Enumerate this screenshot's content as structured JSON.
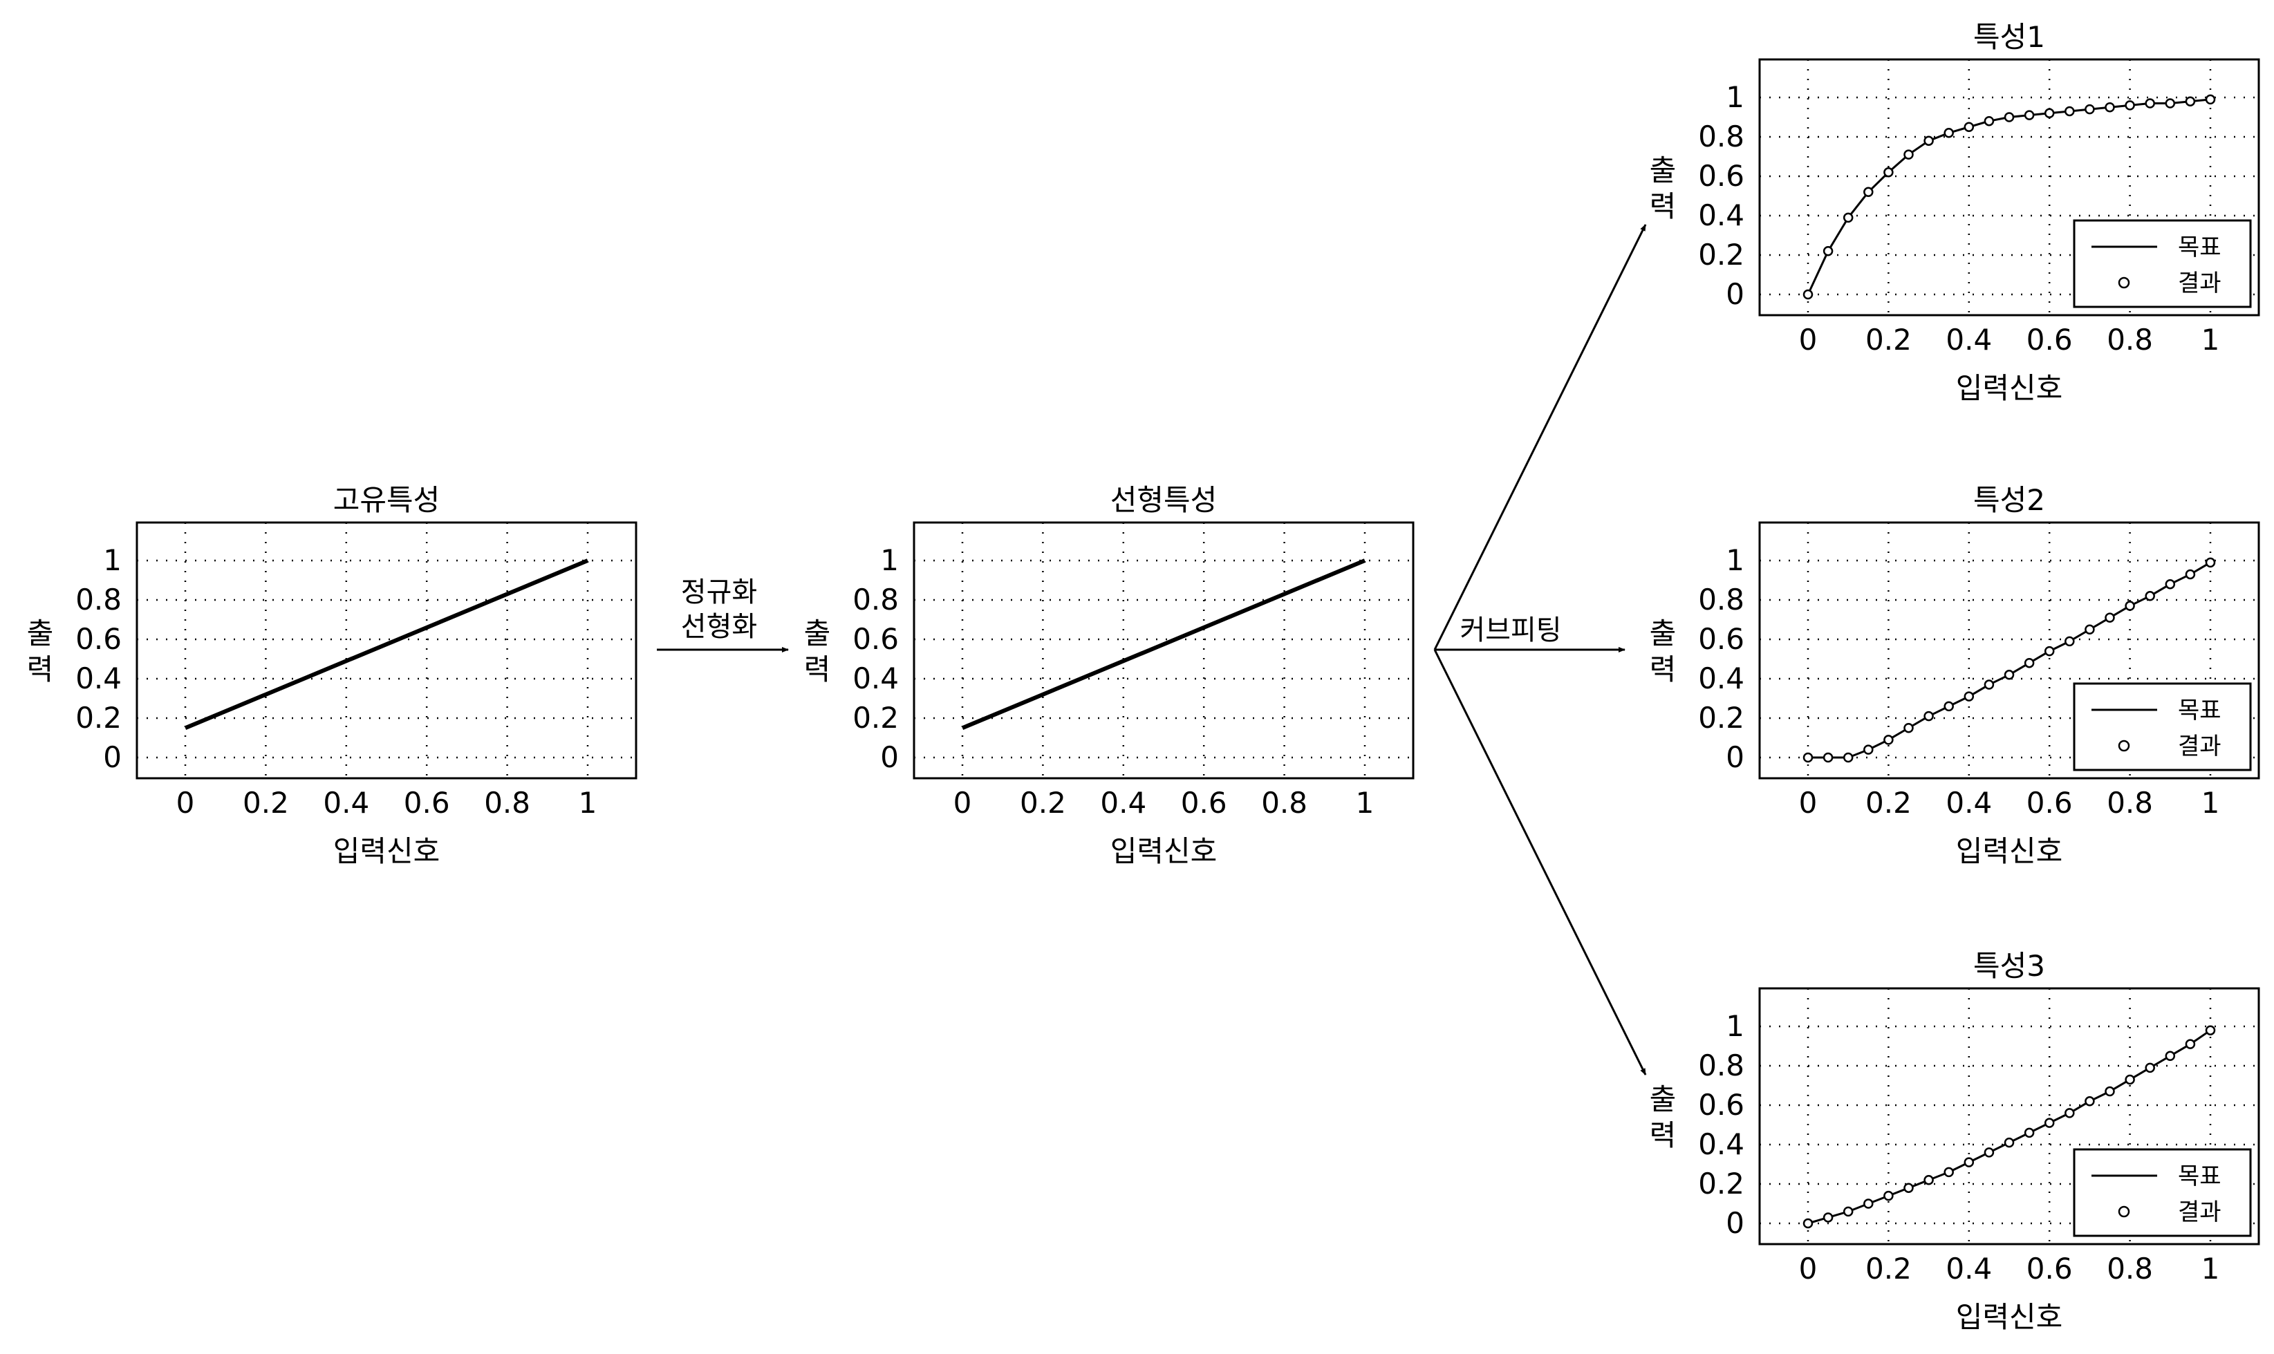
{
  "arrows": {
    "normalize_label_line1": "정규화",
    "normalize_label_line2": "선형화",
    "curve_fit_label": "커브피팅"
  },
  "chart_data": [
    {
      "type": "line",
      "title": "고유특성",
      "xlabel": "입력신호",
      "ylabel": "출력",
      "xlim": [
        0,
        1
      ],
      "ylim": [
        0,
        1
      ],
      "xticks": [
        "0",
        "0.2",
        "0.4",
        "0.6",
        "0.8",
        "1"
      ],
      "yticks": [
        "0",
        "0.2",
        "0.4",
        "0.6",
        "0.8",
        "1"
      ],
      "grid": true,
      "series": [
        {
          "style": "line",
          "x": [
            0,
            1
          ],
          "y": [
            0.15,
            1
          ]
        }
      ]
    },
    {
      "type": "line",
      "title": "선형특성",
      "xlabel": "입력신호",
      "ylabel": "출력",
      "xlim": [
        0,
        1
      ],
      "ylim": [
        0,
        1
      ],
      "xticks": [
        "0",
        "0.2",
        "0.4",
        "0.6",
        "0.8",
        "1"
      ],
      "yticks": [
        "0",
        "0.2",
        "0.4",
        "0.6",
        "0.8",
        "1"
      ],
      "grid": true,
      "series": [
        {
          "style": "line",
          "x": [
            0,
            1
          ],
          "y": [
            0.15,
            1
          ]
        }
      ]
    },
    {
      "type": "line",
      "title": "특성1",
      "xlabel": "입력신호",
      "ylabel": "출력",
      "xlim": [
        0,
        1
      ],
      "ylim": [
        0,
        1
      ],
      "xticks": [
        "0",
        "0.2",
        "0.4",
        "0.6",
        "0.8",
        "1"
      ],
      "yticks": [
        "0",
        "0.2",
        "0.4",
        "0.6",
        "0.8",
        "1"
      ],
      "grid": true,
      "legend_position": "lower-right",
      "series": [
        {
          "name": "목표",
          "style": "line",
          "x": [
            0,
            0.05,
            0.1,
            0.15,
            0.2,
            0.25,
            0.3,
            0.35,
            0.4,
            0.45,
            0.5,
            0.55,
            0.6,
            0.65,
            0.7,
            0.75,
            0.8,
            0.85,
            0.9,
            0.95,
            1
          ],
          "y": [
            0,
            0.22,
            0.39,
            0.52,
            0.62,
            0.71,
            0.78,
            0.82,
            0.85,
            0.88,
            0.9,
            0.91,
            0.92,
            0.93,
            0.94,
            0.95,
            0.96,
            0.97,
            0.97,
            0.98,
            0.99
          ]
        },
        {
          "name": "결과",
          "style": "markers",
          "x": [
            0,
            0.05,
            0.1,
            0.15,
            0.2,
            0.25,
            0.3,
            0.35,
            0.4,
            0.45,
            0.5,
            0.55,
            0.6,
            0.65,
            0.7,
            0.75,
            0.8,
            0.85,
            0.9,
            0.95,
            1
          ],
          "y": [
            0,
            0.22,
            0.39,
            0.52,
            0.62,
            0.71,
            0.78,
            0.82,
            0.85,
            0.88,
            0.9,
            0.91,
            0.92,
            0.93,
            0.94,
            0.95,
            0.96,
            0.97,
            0.97,
            0.98,
            0.99
          ]
        }
      ]
    },
    {
      "type": "line",
      "title": "특성2",
      "xlabel": "입력신호",
      "ylabel": "출력",
      "xlim": [
        0,
        1
      ],
      "ylim": [
        0,
        1
      ],
      "xticks": [
        "0",
        "0.2",
        "0.4",
        "0.6",
        "0.8",
        "1"
      ],
      "yticks": [
        "0",
        "0.2",
        "0.4",
        "0.6",
        "0.8",
        "1"
      ],
      "grid": true,
      "legend_position": "lower-right",
      "series": [
        {
          "name": "목표",
          "style": "line",
          "x": [
            0,
            0.05,
            0.1,
            0.15,
            0.2,
            0.25,
            0.3,
            0.35,
            0.4,
            0.45,
            0.5,
            0.55,
            0.6,
            0.65,
            0.7,
            0.75,
            0.8,
            0.85,
            0.9,
            0.95,
            1
          ],
          "y": [
            0,
            0,
            0,
            0.04,
            0.09,
            0.15,
            0.21,
            0.26,
            0.31,
            0.37,
            0.42,
            0.48,
            0.54,
            0.59,
            0.65,
            0.71,
            0.77,
            0.82,
            0.88,
            0.93,
            0.99
          ]
        },
        {
          "name": "결과",
          "style": "markers",
          "x": [
            0,
            0.05,
            0.1,
            0.15,
            0.2,
            0.25,
            0.3,
            0.35,
            0.4,
            0.45,
            0.5,
            0.55,
            0.6,
            0.65,
            0.7,
            0.75,
            0.8,
            0.85,
            0.9,
            0.95,
            1
          ],
          "y": [
            0,
            0,
            0,
            0.04,
            0.09,
            0.15,
            0.21,
            0.26,
            0.31,
            0.37,
            0.42,
            0.48,
            0.54,
            0.59,
            0.65,
            0.71,
            0.77,
            0.82,
            0.88,
            0.93,
            0.99
          ]
        }
      ]
    },
    {
      "type": "line",
      "title": "특성3",
      "xlabel": "입력신호",
      "ylabel": "출력",
      "xlim": [
        0,
        1
      ],
      "ylim": [
        0,
        1
      ],
      "xticks": [
        "0",
        "0.2",
        "0.4",
        "0.6",
        "0.8",
        "1"
      ],
      "yticks": [
        "0",
        "0.2",
        "0.4",
        "0.6",
        "0.8",
        "1"
      ],
      "grid": true,
      "legend_position": "lower-right",
      "series": [
        {
          "name": "목표",
          "style": "line",
          "x": [
            0,
            0.05,
            0.1,
            0.15,
            0.2,
            0.25,
            0.3,
            0.35,
            0.4,
            0.45,
            0.5,
            0.55,
            0.6,
            0.65,
            0.7,
            0.75,
            0.8,
            0.85,
            0.9,
            0.95,
            1
          ],
          "y": [
            0,
            0.03,
            0.06,
            0.1,
            0.14,
            0.18,
            0.22,
            0.26,
            0.31,
            0.36,
            0.41,
            0.46,
            0.51,
            0.56,
            0.62,
            0.67,
            0.73,
            0.79,
            0.85,
            0.91,
            0.98
          ]
        },
        {
          "name": "결과",
          "style": "markers",
          "x": [
            0,
            0.05,
            0.1,
            0.15,
            0.2,
            0.25,
            0.3,
            0.35,
            0.4,
            0.45,
            0.5,
            0.55,
            0.6,
            0.65,
            0.7,
            0.75,
            0.8,
            0.85,
            0.9,
            0.95,
            1
          ],
          "y": [
            0,
            0.03,
            0.06,
            0.1,
            0.14,
            0.18,
            0.22,
            0.26,
            0.31,
            0.36,
            0.41,
            0.46,
            0.51,
            0.56,
            0.62,
            0.67,
            0.73,
            0.79,
            0.85,
            0.91,
            0.98
          ]
        }
      ]
    }
  ]
}
